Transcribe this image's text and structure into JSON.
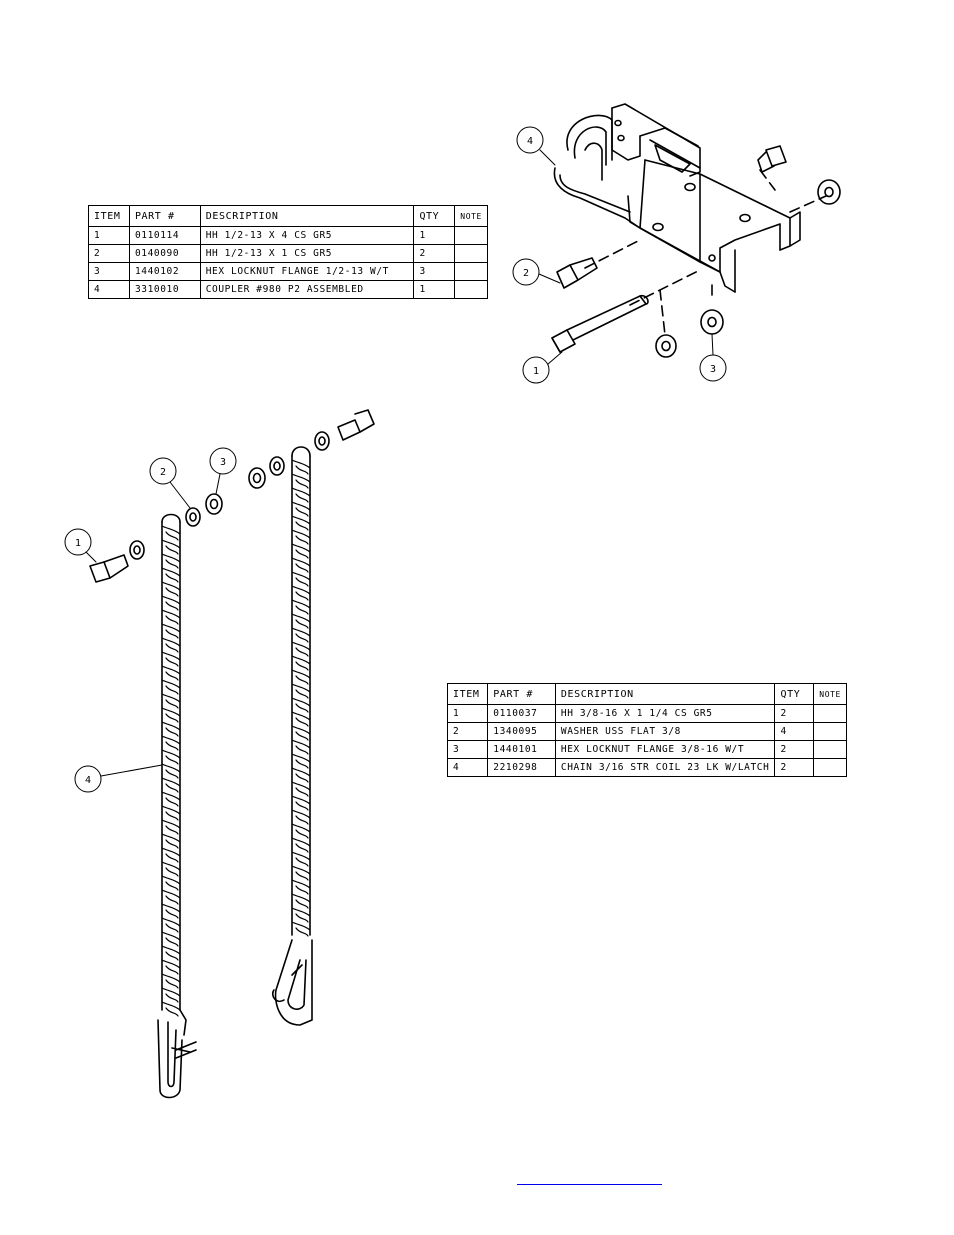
{
  "coupler_assembly": {
    "bom": {
      "headers": [
        "ITEM",
        "PART #",
        "DESCRIPTION",
        "QTY",
        "NOTE"
      ],
      "rows": [
        [
          "1",
          "0110114",
          "HH 1/2-13 X 4 CS GR5",
          "1",
          ""
        ],
        [
          "2",
          "0140090",
          "HH 1/2-13 X 1 CS GR5",
          "2",
          ""
        ],
        [
          "3",
          "1440102",
          "HEX LOCKNUT FLANGE 1/2-13 W/T",
          "3",
          ""
        ],
        [
          "4",
          "3310010",
          "COUPLER #980 P2 ASSEMBLED",
          "1",
          ""
        ]
      ]
    },
    "callouts": [
      "1",
      "2",
      "3",
      "4"
    ]
  },
  "chain_assembly": {
    "bom": {
      "headers": [
        "ITEM",
        "PART #",
        "DESCRIPTION",
        "QTY",
        "NOTE"
      ],
      "rows": [
        [
          "1",
          "0110037",
          "HH 3/8-16 X 1 1/4 CS GR5",
          "2",
          ""
        ],
        [
          "2",
          "1340095",
          "WASHER USS FLAT 3/8",
          "4",
          ""
        ],
        [
          "3",
          "1440101",
          "HEX LOCKNUT FLANGE 3/8-16 W/T",
          "2",
          ""
        ],
        [
          "4",
          "2210298",
          "CHAIN 3/16 STR COIL 23 LK W/LATCH",
          "2",
          ""
        ]
      ]
    },
    "callouts": [
      "1",
      "2",
      "3",
      "4"
    ]
  },
  "footer": {
    "link_text": ""
  },
  "colors": {
    "ink": "#000000",
    "link": "#0000ee"
  }
}
